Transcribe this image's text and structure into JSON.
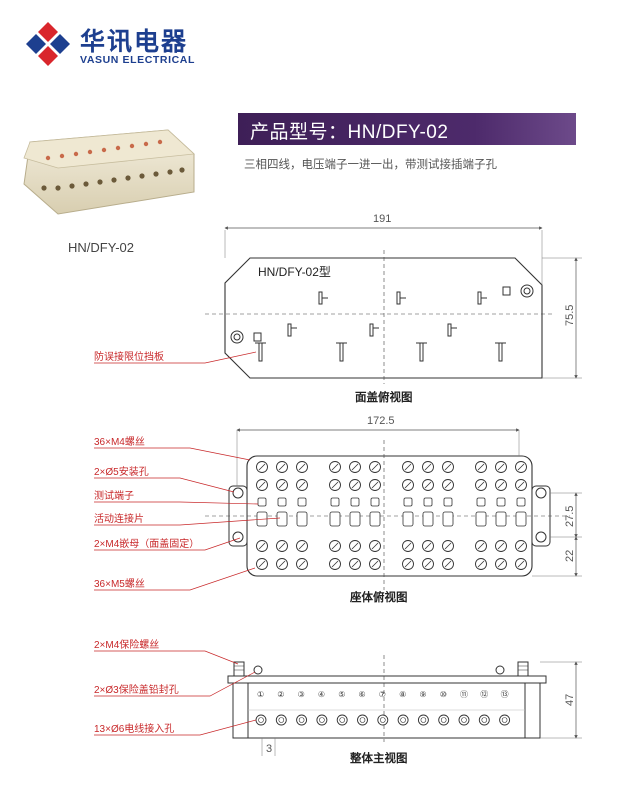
{
  "brand": {
    "name_cn": "华讯电器",
    "name_en": "VASUN ELECTRICAL",
    "colors": {
      "blue": "#1d3f8f",
      "red": "#d9262c",
      "purple": "#4a2866"
    }
  },
  "product": {
    "model_title": "产品型号：HN/DFY-02",
    "description": "三相四线，电压端子一进一出，带测试接插端子孔",
    "photo_caption": "HN/DFY-02"
  },
  "views": {
    "top_cover": {
      "name": "面盖俯视图",
      "label": "HN/DFY-02型",
      "dim_width": "191",
      "dim_height": "75.5",
      "callouts": [
        "防误接限位挡板"
      ]
    },
    "base": {
      "name": "座体俯视图",
      "dim_width": "172.5",
      "dim_right_1": "27.5",
      "dim_right_2": "22",
      "callouts": [
        "36×M4螺丝",
        "2×Ø5安装孔",
        "测试端子",
        "活动连接片",
        "2×M4嵌母（面盖固定）",
        "36×M5螺丝"
      ]
    },
    "front": {
      "name": "整体主视图",
      "dim_height": "47",
      "dim_bottom": "3",
      "callouts": [
        "2×M4保险螺丝",
        "2×Ø3保险盖铅封孔",
        "13×Ø6电线接入孔"
      ],
      "terminals": [
        "①",
        "②",
        "③",
        "④",
        "⑤",
        "⑥",
        "⑦",
        "⑧",
        "⑨",
        "⑩",
        "⑪",
        "⑫",
        "⑬"
      ]
    }
  }
}
